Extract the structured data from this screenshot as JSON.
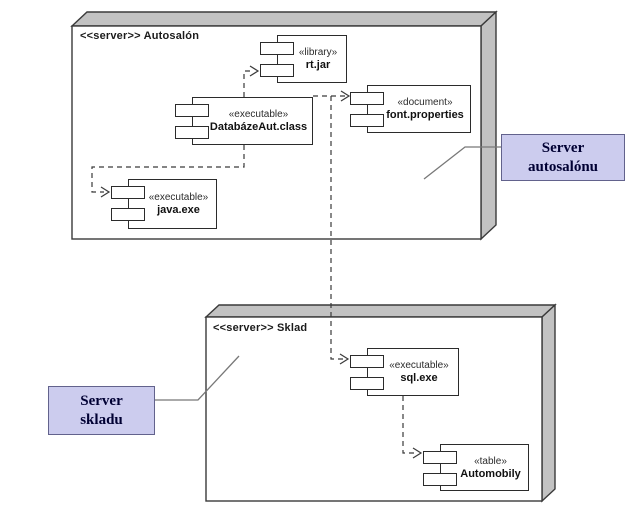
{
  "diagram_type": "uml-deployment-diagram",
  "nodes": {
    "autosalon": {
      "header": "<<server>> Autosalón"
    },
    "sklad": {
      "header": "<<server>> Sklad"
    }
  },
  "components": {
    "rtjar": {
      "stereotype": "«library»",
      "name": "rt.jar"
    },
    "databaze": {
      "stereotype": "«executable»",
      "name": "DatabázeAut.class"
    },
    "javaexe": {
      "stereotype": "«executable»",
      "name": "java.exe"
    },
    "fontprops": {
      "stereotype": "«document»",
      "name": "font.properties"
    },
    "sqlexe": {
      "stereotype": "«executable»",
      "name": "sql.exe"
    },
    "automobily": {
      "stereotype": "«table»",
      "name": "Automobily"
    }
  },
  "annotations": {
    "autosalonu": {
      "line1": "Server",
      "line2": "autosalónu"
    },
    "skladu": {
      "line1": "Server",
      "line2": "skladu"
    }
  },
  "dependencies": [
    {
      "from": "DatabázeAut.class",
      "to": "rt.jar"
    },
    {
      "from": "DatabázeAut.class",
      "to": "font.properties"
    },
    {
      "from": "DatabázeAut.class",
      "to": "java.exe"
    },
    {
      "from": "DatabázeAut.class",
      "to": "sql.exe"
    },
    {
      "from": "sql.exe",
      "to": "Automobily"
    }
  ],
  "colors": {
    "node_face": "#c2c2c2",
    "node_border": "#3a3a3a",
    "component_border": "#2b2b2b",
    "annotation_fill": "#ccccee",
    "annotation_border": "#62628c",
    "annotation_text": "#000033",
    "connector": "#3a3a3a",
    "callout": "#787878"
  }
}
